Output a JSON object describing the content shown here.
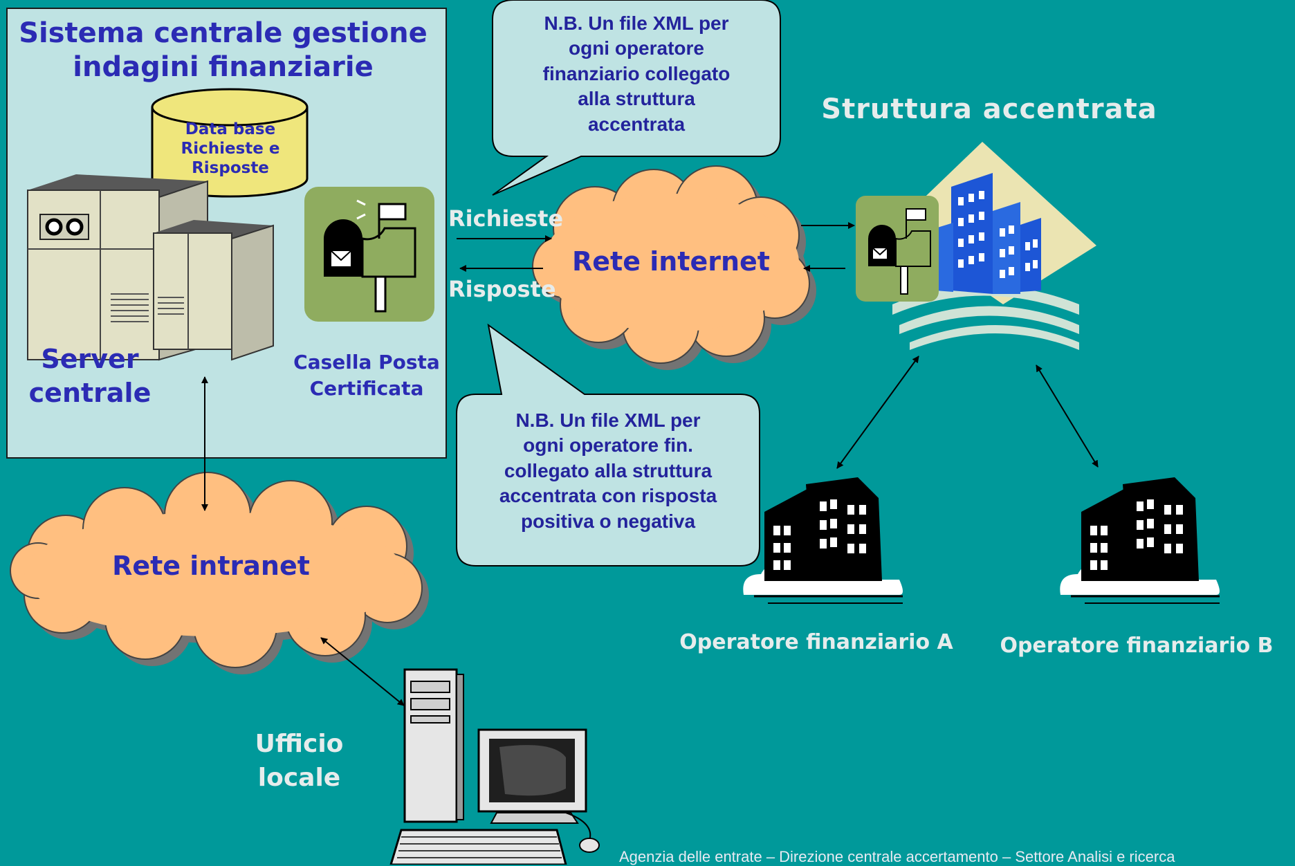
{
  "central_system": {
    "title_line1": "Sistema centrale gestione",
    "title_line2": "indagini finanziarie",
    "database_line1": "Data base",
    "database_line2": "Richieste e",
    "database_line3": "Risposte",
    "server_line1": "Server",
    "server_line2": "centrale",
    "mailbox_line1": "Casella Posta",
    "mailbox_line2": "Certificata"
  },
  "flows": {
    "requests": "Richieste",
    "responses": "Risposte"
  },
  "networks": {
    "internet": "Rete internet",
    "intranet": "Rete intranet"
  },
  "callout_top": {
    "line1": "N.B. Un file XML per",
    "line2": "ogni operatore",
    "line3": "finanziario collegato",
    "line4": "alla struttura",
    "line5": "accentrata"
  },
  "callout_bottom": {
    "line1": "N.B. Un file XML per",
    "line2": "ogni operatore fin.",
    "line3": "collegato alla struttura",
    "line4": "accentrata con risposta",
    "line5": "positiva o negativa"
  },
  "centralized_structure": "Struttura accentrata",
  "operator_a": "Operatore finanziario A",
  "operator_b": "Operatore finanziario B",
  "local_office": {
    "line1": "Ufficio",
    "line2": "locale"
  },
  "footer": "Agenzia delle entrate – Direzione centrale accertamento – Settore Analisi e ricerca",
  "colors": {
    "background": "#00999a",
    "panel": "#bfe3e3",
    "cloud": "#ffbf80",
    "callout": "#bfe3e3",
    "mailbox_bg": "#8fac5f",
    "database": "#efe67c",
    "label_blue": "#2b2bb4"
  }
}
